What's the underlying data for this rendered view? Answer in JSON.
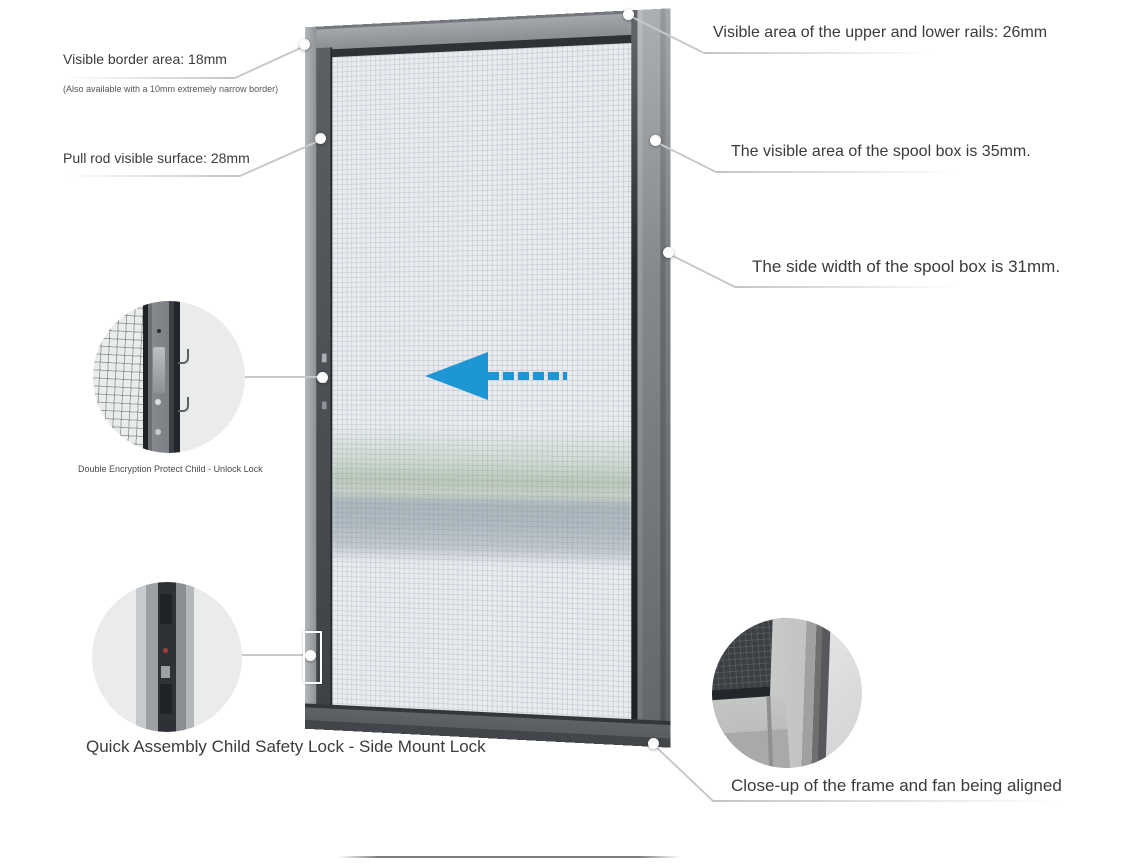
{
  "title": "Retractable screen door product diagram",
  "colors": {
    "accent_blue": "#1e96d4",
    "frame_gray": "#8f9397",
    "mesh_bg": "#e9ebef",
    "text": "#3b3b3b",
    "leader_line": "#c6c9cb"
  },
  "icons": {
    "retract_arrow": "left-dashed-arrow"
  },
  "callouts": {
    "border_area": "Visible border area: 18mm",
    "border_area_note": "(Also available with a 10mm extremely narrow border)",
    "pull_rod": "Pull rod visible surface: 28mm",
    "rails": "Visible area of the upper and lower rails: 26mm",
    "spool_front": "The visible area of the spool box is 35mm.",
    "spool_side": "The side width of the spool box is 31mm.",
    "child_lock": "Double Encryption Protect Child - Unlock Lock",
    "side_mount_lock": "Quick Assembly Child Safety Lock - Side Mount Lock",
    "frame_closeup": "Close-up of the frame and fan being aligned"
  }
}
